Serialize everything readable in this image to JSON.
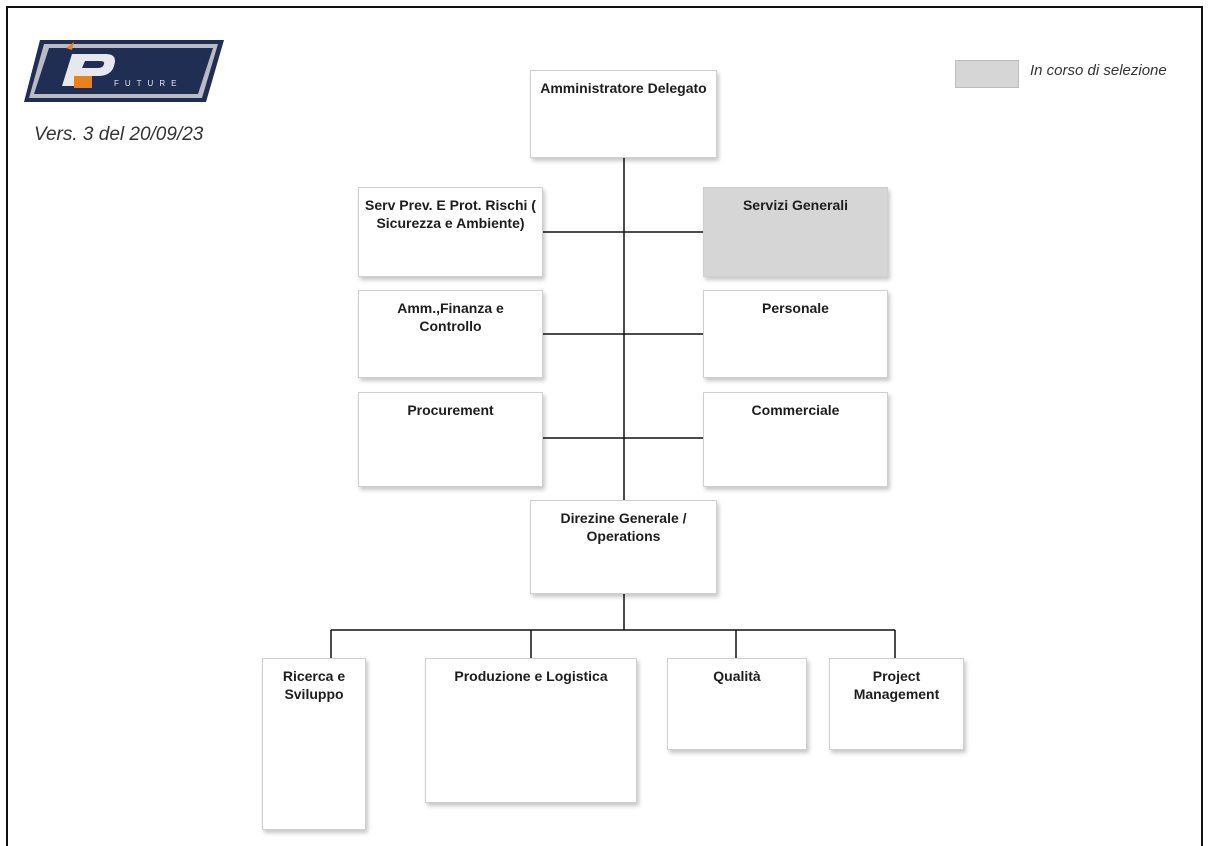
{
  "header": {
    "version_label": "Vers. 3 del 20/09/23",
    "logo_wordmark": "FUTURE"
  },
  "legend": {
    "label": "In corso di selezione",
    "swatch_color": "#d6d6d6"
  },
  "colors": {
    "line": "#111111",
    "box_border": "#cfcfcf",
    "pending_fill": "#d6d6d6",
    "logo_navy": "#1f2e52",
    "logo_orange": "#e8821e",
    "logo_silver": "#b9bcc4"
  },
  "org": {
    "ceo": "Amministratore Delegato",
    "staff_left": [
      "Serv Prev. E Prot. Rischi ( Sicurezza e Ambiente)",
      "Amm.,Finanza e Controllo",
      "Procurement"
    ],
    "staff_right": [
      "Servizi Generali",
      "Personale",
      "Commerciale"
    ],
    "pending_units": [
      "Servizi Generali"
    ],
    "general_management": "Direzine Generale / Operations",
    "operations": [
      "Ricerca e Sviluppo",
      "Produzione e Logistica",
      "Qualità",
      "Project Management"
    ]
  }
}
